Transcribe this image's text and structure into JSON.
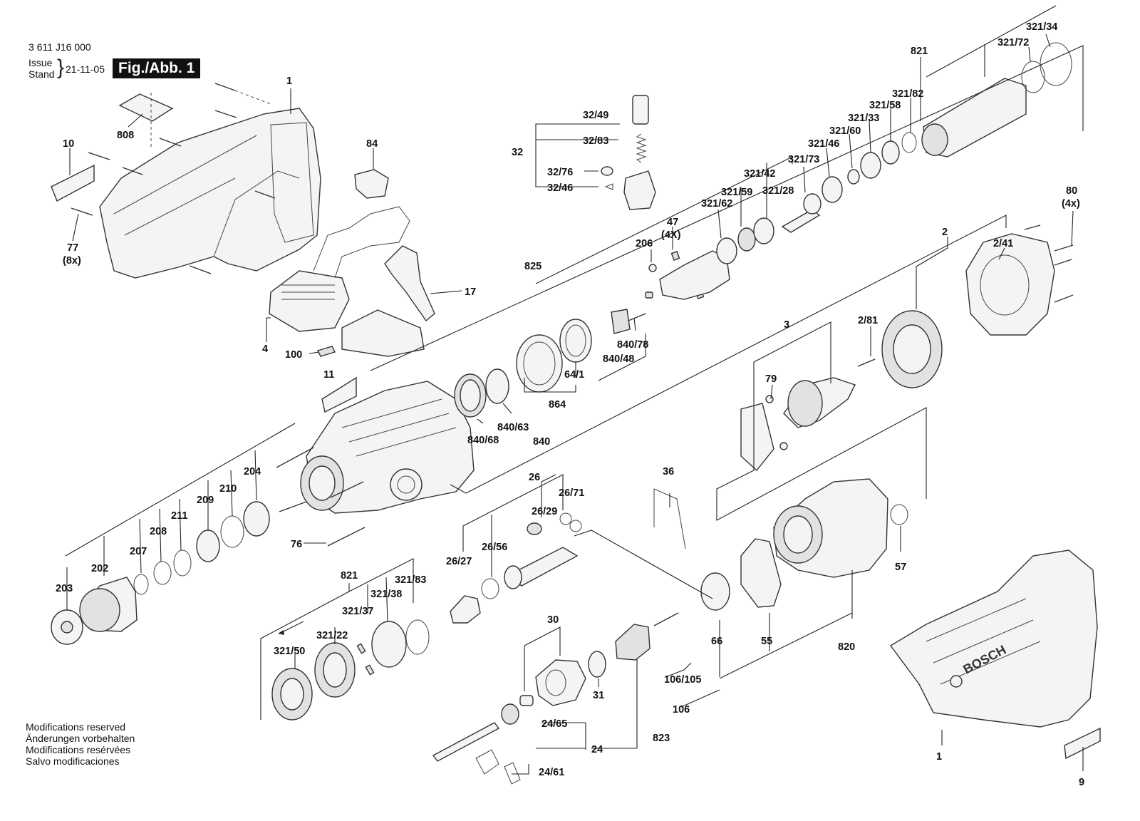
{
  "header": {
    "doc_number": "3 611 J16 000",
    "issue_label": "Issue",
    "stand_label": "Stand",
    "date": "21-11-05",
    "figure_badge": "Fig./Abb. 1"
  },
  "notes": [
    "Modifications reserved",
    "Änderungen vorbehalten",
    "Modifications resérvées",
    "Salvo modificaciones"
  ],
  "part_labels": [
    {
      "id": "p1a",
      "text": "1"
    },
    {
      "id": "p808",
      "text": "808"
    },
    {
      "id": "p10",
      "text": "10"
    },
    {
      "id": "p77",
      "text": "77"
    },
    {
      "id": "p77n",
      "text": "(8x)"
    },
    {
      "id": "p84",
      "text": "84"
    },
    {
      "id": "p17",
      "text": "17"
    },
    {
      "id": "p4",
      "text": "4"
    },
    {
      "id": "p100",
      "text": "100"
    },
    {
      "id": "p11",
      "text": "11"
    },
    {
      "id": "p825",
      "text": "825"
    },
    {
      "id": "p32",
      "text": "32"
    },
    {
      "id": "p32_49",
      "text": "32/49"
    },
    {
      "id": "p32_83",
      "text": "32/83"
    },
    {
      "id": "p32_76",
      "text": "32/76"
    },
    {
      "id": "p32_46",
      "text": "32/46"
    },
    {
      "id": "p206",
      "text": "206"
    },
    {
      "id": "p47",
      "text": "47"
    },
    {
      "id": "p47n",
      "text": "(4X)"
    },
    {
      "id": "p321_62",
      "text": "321/62"
    },
    {
      "id": "p321_59",
      "text": "321/59"
    },
    {
      "id": "p321_42",
      "text": "321/42"
    },
    {
      "id": "p321_28",
      "text": "321/28"
    },
    {
      "id": "p321_73",
      "text": "321/73"
    },
    {
      "id": "p321_46",
      "text": "321/46"
    },
    {
      "id": "p321_60",
      "text": "321/60"
    },
    {
      "id": "p321_33",
      "text": "321/33"
    },
    {
      "id": "p321_58",
      "text": "321/58"
    },
    {
      "id": "p321_82",
      "text": "321/82"
    },
    {
      "id": "p821a",
      "text": "821"
    },
    {
      "id": "p321_72",
      "text": "321/72"
    },
    {
      "id": "p321_34",
      "text": "321/34"
    },
    {
      "id": "p80",
      "text": "80"
    },
    {
      "id": "p80n",
      "text": "(4x)"
    },
    {
      "id": "p2",
      "text": "2"
    },
    {
      "id": "p2_41",
      "text": "2/41"
    },
    {
      "id": "p2_81",
      "text": "2/81"
    },
    {
      "id": "p3",
      "text": "3"
    },
    {
      "id": "p79",
      "text": "79"
    },
    {
      "id": "p840_78",
      "text": "840/78"
    },
    {
      "id": "p840_48",
      "text": "840/48"
    },
    {
      "id": "p64_1",
      "text": "64/1"
    },
    {
      "id": "p864",
      "text": "864"
    },
    {
      "id": "p840_63",
      "text": "840/63"
    },
    {
      "id": "p840",
      "text": "840"
    },
    {
      "id": "p840_68",
      "text": "840/68"
    },
    {
      "id": "p204",
      "text": "204"
    },
    {
      "id": "p210",
      "text": "210"
    },
    {
      "id": "p209",
      "text": "209"
    },
    {
      "id": "p211",
      "text": "211"
    },
    {
      "id": "p208",
      "text": "208"
    },
    {
      "id": "p207",
      "text": "207"
    },
    {
      "id": "p202",
      "text": "202"
    },
    {
      "id": "p203",
      "text": "203"
    },
    {
      "id": "p76",
      "text": "76"
    },
    {
      "id": "p26",
      "text": "26"
    },
    {
      "id": "p26_71",
      "text": "26/71"
    },
    {
      "id": "p26_29",
      "text": "26/29"
    },
    {
      "id": "p26_56",
      "text": "26/56"
    },
    {
      "id": "p26_27",
      "text": "26/27"
    },
    {
      "id": "p36",
      "text": "36"
    },
    {
      "id": "p57",
      "text": "57"
    },
    {
      "id": "p821b",
      "text": "821"
    },
    {
      "id": "p321_83",
      "text": "321/83"
    },
    {
      "id": "p321_38",
      "text": "321/38"
    },
    {
      "id": "p321_37",
      "text": "321/37"
    },
    {
      "id": "p321_22",
      "text": "321/22"
    },
    {
      "id": "p321_50",
      "text": "321/50"
    },
    {
      "id": "p30",
      "text": "30"
    },
    {
      "id": "p31",
      "text": "31"
    },
    {
      "id": "p106_105",
      "text": "106/105"
    },
    {
      "id": "p106",
      "text": "106"
    },
    {
      "id": "p66",
      "text": "66"
    },
    {
      "id": "p55",
      "text": "55"
    },
    {
      "id": "p820",
      "text": "820"
    },
    {
      "id": "p24_65",
      "text": "24/65"
    },
    {
      "id": "p24_61",
      "text": "24/61"
    },
    {
      "id": "p24",
      "text": "24"
    },
    {
      "id": "p823",
      "text": "823"
    },
    {
      "id": "p1b",
      "text": "1"
    },
    {
      "id": "p9",
      "text": "9"
    }
  ],
  "logo_text": "BOSCH"
}
